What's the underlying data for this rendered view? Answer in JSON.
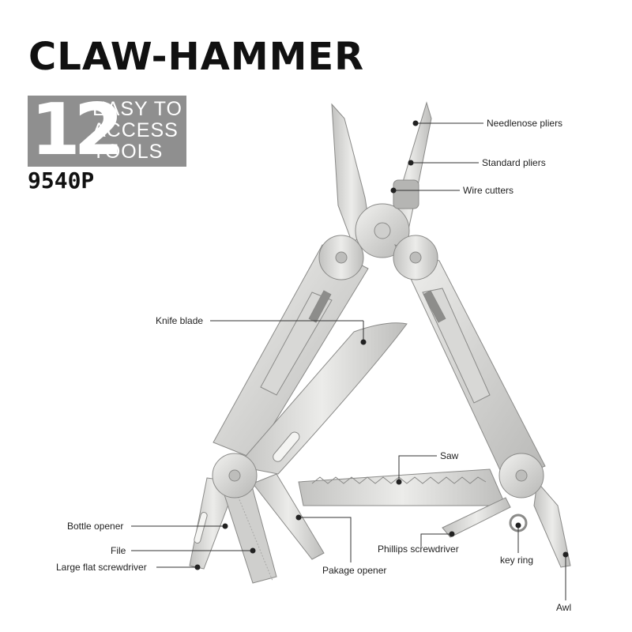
{
  "header": {
    "title": "CLAW-HAMMER",
    "badge_number": "12",
    "badge_lines": [
      "EASY TO",
      "ACCESS",
      "TOOLS"
    ],
    "model": "9540P"
  },
  "labels": {
    "needlenose": "Needlenose pliers",
    "standard": "Standard pliers",
    "wire": "Wire cutters",
    "knife": "Knife blade",
    "saw": "Saw",
    "bottle": "Bottle opener",
    "file": "File",
    "flat": "Large flat screwdriver",
    "package": "Pakage opener",
    "phillips": "Phillips screwdriver",
    "keyring": "key ring",
    "awl": "Awl"
  },
  "colors": {
    "steel_light": "#e6e6e4",
    "steel_mid": "#c9c9c7",
    "steel_dark": "#9a9a98",
    "badge": "#8f8f8f",
    "line": "#333333"
  }
}
